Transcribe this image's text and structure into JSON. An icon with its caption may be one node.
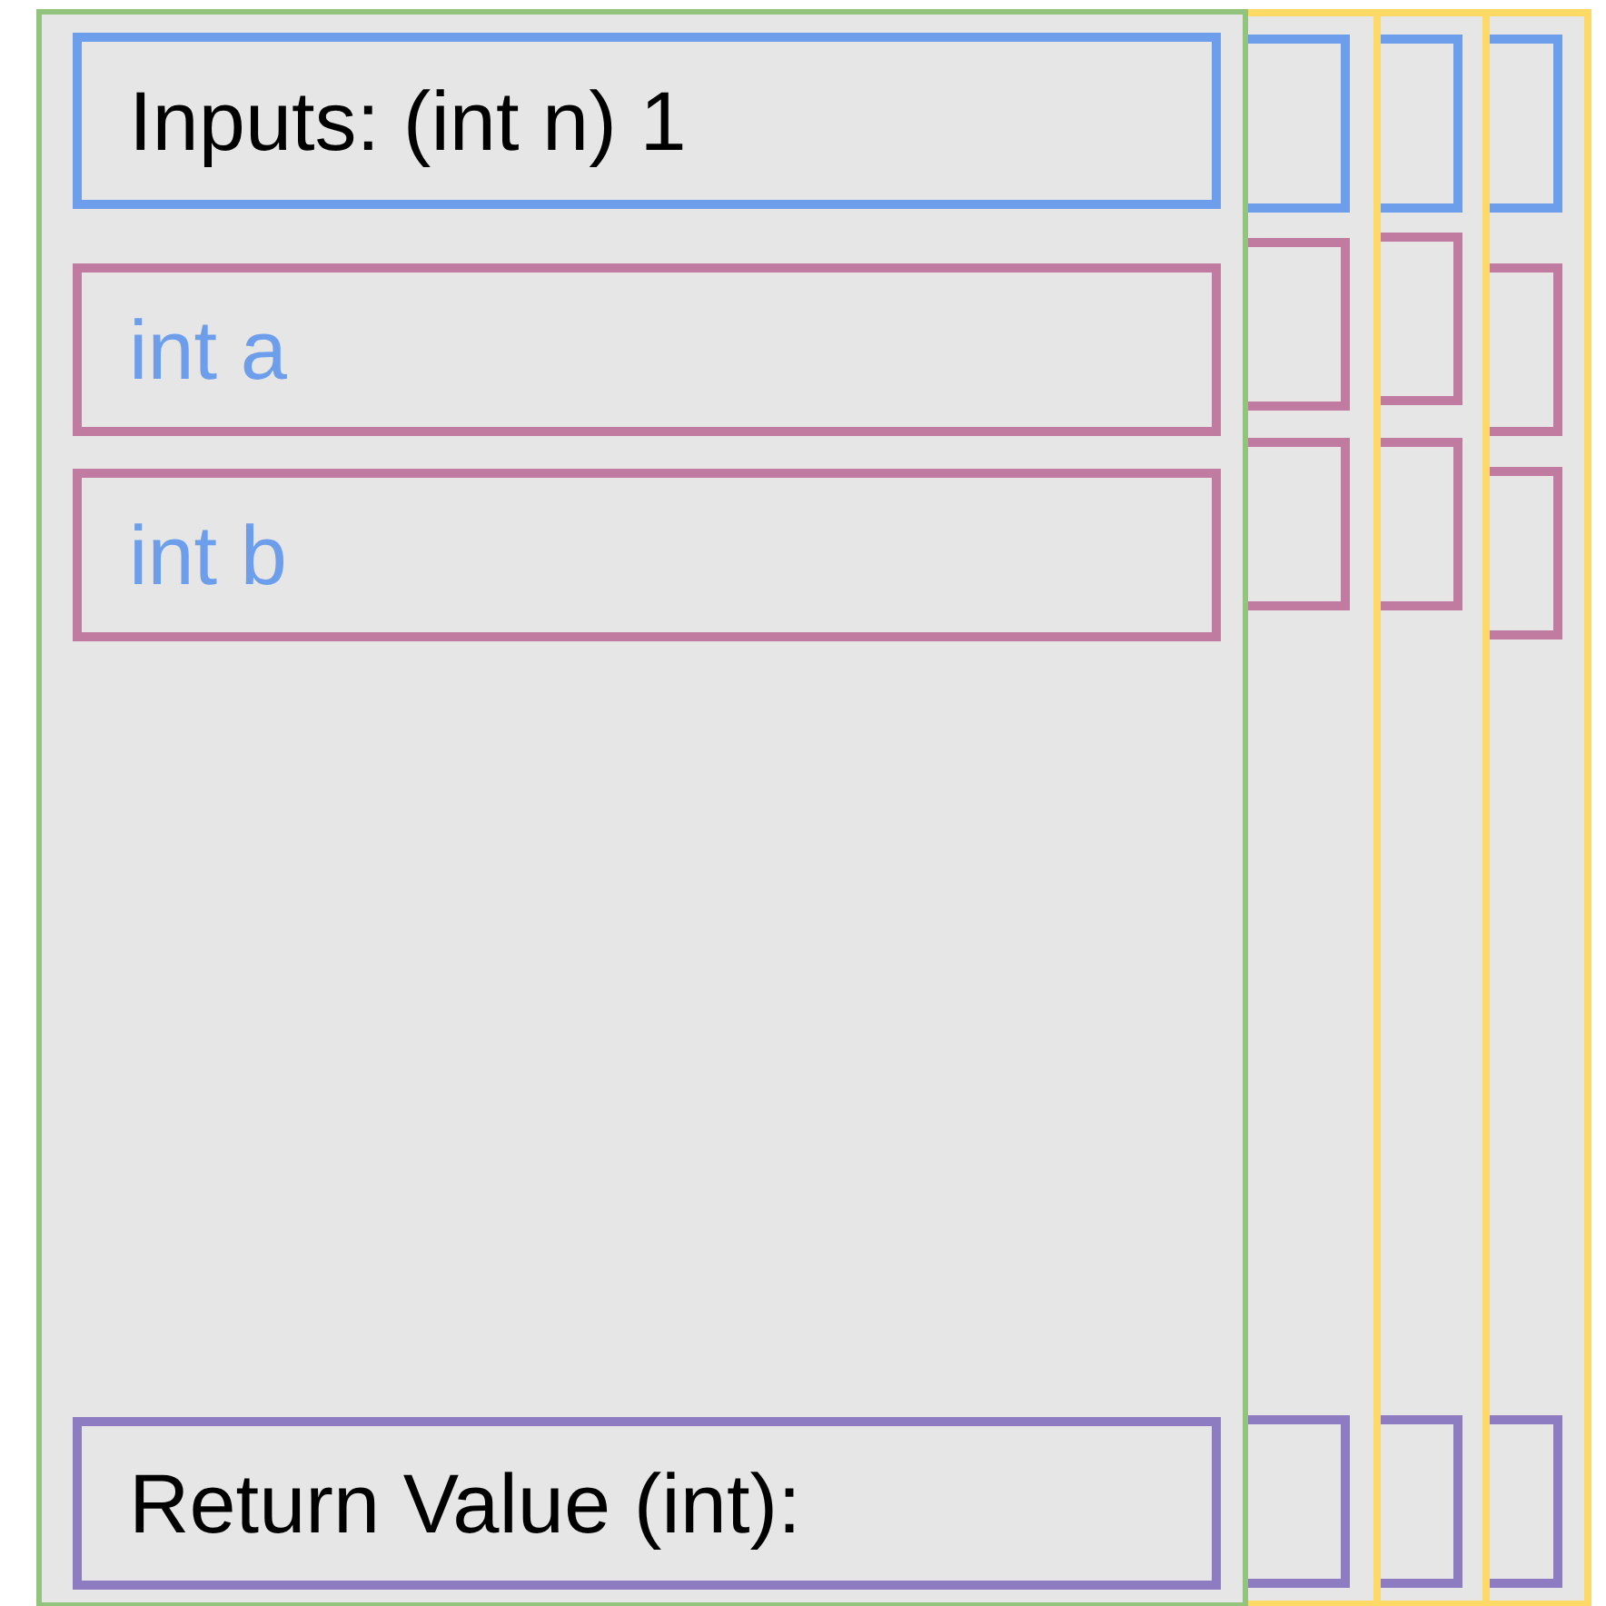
{
  "diagram": {
    "nodes": [
      {
        "text": [],
        "shape": "box"
      },
      {
        "text": [
          "Inputs: (int n) 1"
        ],
        "in": 0
      },
      {
        "text": [
          "int a"
        ],
        "in": 0
      },
      {
        "text": [
          "int b"
        ],
        "in": 0
      },
      {
        "text": [
          "Return Value (int):"
        ],
        "in": 0
      },
      {
        "text": [],
        "shape": "box"
      },
      {
        "text": [],
        "shape": "box",
        "in": 5
      },
      {
        "text": [],
        "shape": "box",
        "in": 5
      },
      {
        "text": [],
        "shape": "box",
        "in": 5
      },
      {
        "text": [],
        "shape": "box",
        "in": 5
      },
      {
        "text": [],
        "shape": "box"
      },
      {
        "text": [],
        "shape": "box",
        "in": 10
      },
      {
        "text": [],
        "shape": "box",
        "in": 10
      },
      {
        "text": [],
        "shape": "box",
        "in": 10
      },
      {
        "text": [],
        "shape": "box",
        "in": 10
      },
      {
        "text": [],
        "shape": "box"
      },
      {
        "text": [],
        "shape": "box",
        "in": 15
      },
      {
        "text": [],
        "shape": "box",
        "in": 15
      },
      {
        "text": [],
        "shape": "box",
        "in": 15
      },
      {
        "text": [],
        "shape": "box",
        "in": 15
      }
    ]
  }
}
